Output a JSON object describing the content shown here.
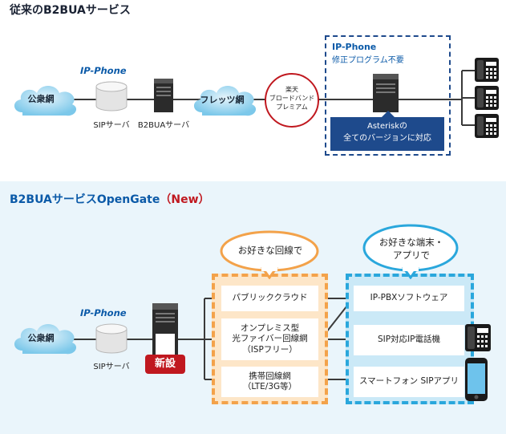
{
  "top": {
    "title": "従来のB2BUAサービス",
    "logo_text": "IP-Phone",
    "public_net": "公衆網",
    "sip_server": "SIPサーバ",
    "b2bua_server": "B2BUAサーバ",
    "flets": "フレッツ網",
    "rakuten_lines": [
      "楽天",
      "ブロードバンド",
      "プレミアム"
    ],
    "ipphone_box_title": "IP-Phone",
    "ipphone_box_subtitle": "修正プログラム不要",
    "asterisk_lines": [
      "Asteriskの",
      "全てのバージョンに対応"
    ]
  },
  "bottom": {
    "title_main": "B2BUAサービスOpenGate",
    "title_new": "（New）",
    "logo_text": "IP-Phone",
    "public_net": "公衆網",
    "sip_server": "SIPサーバ",
    "new_badge": "新設",
    "bubble_left": "お好きな回線で",
    "bubble_right_lines": [
      "お好きな端末・",
      "アプリで"
    ],
    "lines_left": [
      {
        "lines": [
          "パブリッククラウド"
        ]
      },
      {
        "lines": [
          "オンプレミス型",
          "光ファイバー回線網",
          "（ISPフリー）"
        ]
      },
      {
        "lines": [
          "携帯回線網",
          "（LTE/3G等）"
        ]
      }
    ],
    "lines_right": [
      {
        "lines": [
          "IP-PBXソフトウェア"
        ]
      },
      {
        "lines": [
          "SIP対応IP電話機"
        ]
      },
      {
        "lines": [
          "スマートフォン SIPアプリ"
        ]
      }
    ]
  },
  "colors": {
    "title_dark": "#1a2233",
    "title_blue": "#0b5aa8",
    "new_red": "#c0181f",
    "accent_orange": "#f3a24a",
    "accent_blue": "#2aa7dc",
    "asterisk_box": "#1e4a8c",
    "bottom_background": "#eaf5fb"
  },
  "icons": [
    "cloud-icon",
    "database-icon",
    "server-icon",
    "telephone-icon",
    "smartphone-icon",
    "ipphone-logo-icon"
  ]
}
